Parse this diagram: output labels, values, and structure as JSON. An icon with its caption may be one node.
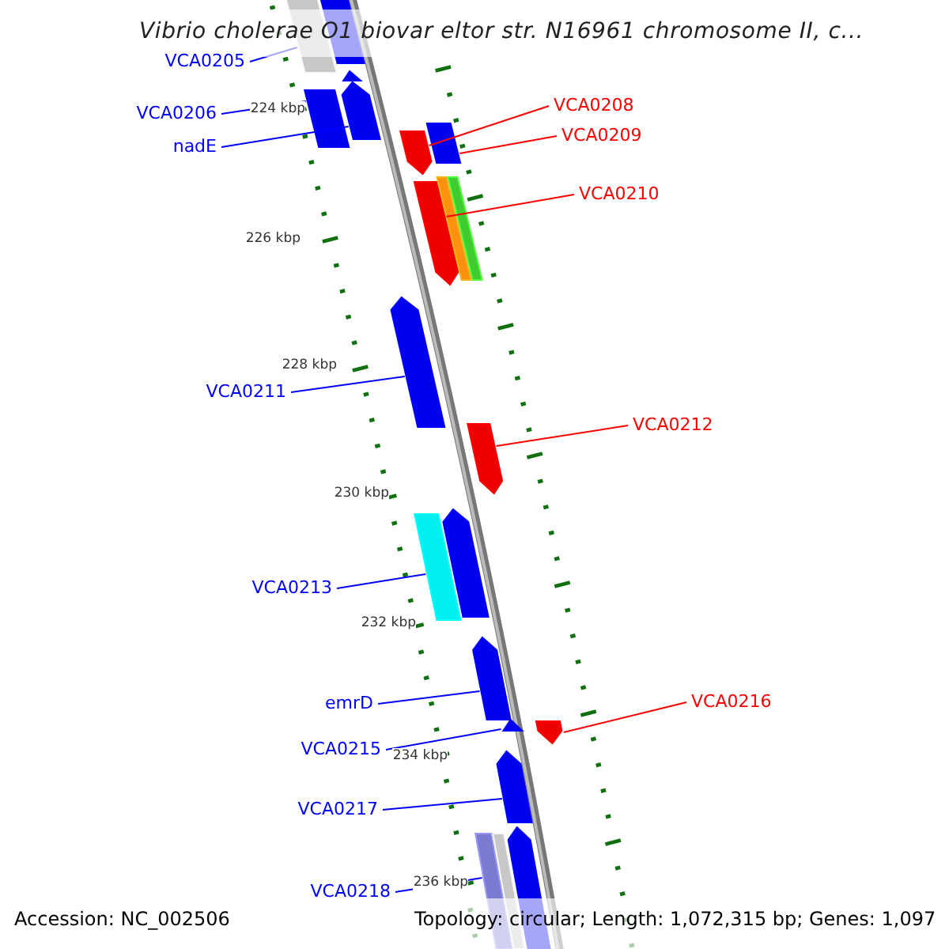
{
  "diagram": {
    "title": "Vibrio cholerae O1 biovar eltor str. N16961 chromosome II, c...",
    "nodes": [
      {
        "text": [
          "VCA0205"
        ]
      },
      {
        "text": [
          "VCA0206"
        ]
      },
      {
        "text": [
          "nadE"
        ]
      },
      {
        "text": [
          "VCA0208"
        ]
      },
      {
        "text": [
          "VCA0209"
        ]
      },
      {
        "text": [
          "VCA0210"
        ]
      },
      {
        "text": [
          "VCA0211"
        ]
      },
      {
        "text": [
          "VCA0212"
        ]
      },
      {
        "text": [
          "VCA0213"
        ]
      },
      {
        "text": [
          "emrD"
        ]
      },
      {
        "text": [
          "VCA0215"
        ]
      },
      {
        "text": [
          "VCA0216"
        ]
      },
      {
        "text": [
          "VCA0217"
        ]
      },
      {
        "text": [
          "VCA0218"
        ]
      },
      {
        "text": [],
        "shape": "bar"
      },
      {
        "text": [],
        "shape": "bar"
      },
      {
        "text": [],
        "shape": "bar"
      },
      {
        "text": [],
        "shape": "bar"
      },
      {
        "text": [],
        "shape": "bar"
      },
      {
        "text": [],
        "shape": "bar"
      },
      {
        "text": [],
        "shape": "bar"
      },
      {
        "text": [],
        "shape": "bar"
      },
      {
        "text": [],
        "shape": "bar"
      },
      {
        "text": [],
        "shape": "bar"
      },
      {
        "text": [],
        "shape": "bar"
      },
      {
        "text": [],
        "shape": "bar"
      },
      {
        "text": [],
        "shape": "bar"
      },
      {
        "text": [],
        "shape": "bar"
      },
      {
        "text": [],
        "shape": "bar"
      },
      {
        "text": [],
        "shape": "bar"
      },
      {
        "text": [],
        "shape": "bar"
      },
      {
        "text": [],
        "shape": "bar"
      },
      {
        "text": [],
        "shape": "bar"
      },
      {
        "text": [],
        "shape": "bar"
      },
      {
        "text": [],
        "shape": "bar"
      }
    ],
    "edges": [
      {
        "from": 0,
        "to": 14,
        "arrow": "none"
      },
      {
        "from": 1,
        "to": 16,
        "arrow": "none"
      },
      {
        "from": 2,
        "to": 17,
        "arrow": "none"
      },
      {
        "from": 3,
        "to": 19,
        "arrow": "none",
        "color": "#ff0000"
      },
      {
        "from": 4,
        "to": 20,
        "arrow": "none",
        "color": "#ff0000"
      },
      {
        "from": 5,
        "to": 21,
        "arrow": "none",
        "color": "#ff0000"
      },
      {
        "from": 6,
        "to": 24,
        "arrow": "none"
      },
      {
        "from": 7,
        "to": 25,
        "arrow": "none",
        "color": "#ff0000"
      },
      {
        "from": 8,
        "to": 26,
        "arrow": "none"
      },
      {
        "from": 9,
        "to": 28,
        "arrow": "none"
      },
      {
        "from": 10,
        "to": 29,
        "arrow": "none"
      },
      {
        "from": 11,
        "to": 30,
        "arrow": "none",
        "color": "#ff0000"
      },
      {
        "from": 12,
        "to": 31,
        "arrow": "none"
      },
      {
        "from": 13,
        "to": 32,
        "arrow": "none"
      }
    ],
    "labels": [
      "224 kbp",
      "226 kbp",
      "228 kbp",
      "230 kbp",
      "232 kbp",
      "234 kbp",
      "236 kbp",
      "Accession: NC_002506",
      "Topology: circular; Length: 1,072,315 bp; Genes: 1,097"
    ]
  }
}
